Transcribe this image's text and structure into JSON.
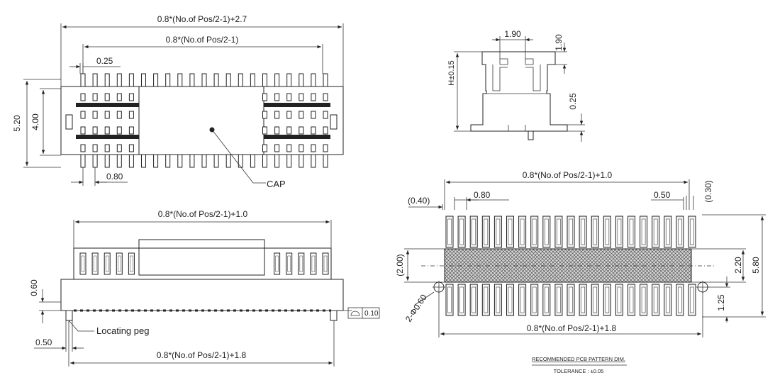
{
  "top_view": {
    "overall_length": "0.8*(No.of Pos/2-1)+2.7",
    "pitch_span": "0.8*(No.of Pos/2-1)",
    "offset": "0.25",
    "body_width": "5.20",
    "inner_width": "4.00",
    "pitch": "0.80",
    "cap_label": "CAP"
  },
  "side_view": {
    "body_length": "0.8*(No.of Pos/2-1)+1.0",
    "standoff": "0.60",
    "peg_label": "Locating peg",
    "peg_offset": "0.50",
    "peg_span": "0.8*(No.of Pos/2-1)+1.8",
    "flatness_value": "0.10"
  },
  "end_view": {
    "width_top": "1.90",
    "height_top": "1.90",
    "height": "H±0.15",
    "seat": "0.25"
  },
  "pcb_pattern": {
    "pad_span": "0.8*(No.of Pos/2-1)+1.0",
    "pad_width": "(0.40)",
    "pad_pitch": "0.80",
    "end_pad": "0.50",
    "end_gap": "(0.30)",
    "keepout": "(2.00)",
    "pad_gap": "2.20",
    "overall": "5.80",
    "peg_hole": "2-Φ0.60",
    "hole_offset": "1.25",
    "hole_span": "0.8*(No.of Pos/2-1)+1.8",
    "caption": "RECOMMENDED PCB PATTERN DIM.",
    "tolerance": "TOLERANCE : ±0.05"
  }
}
